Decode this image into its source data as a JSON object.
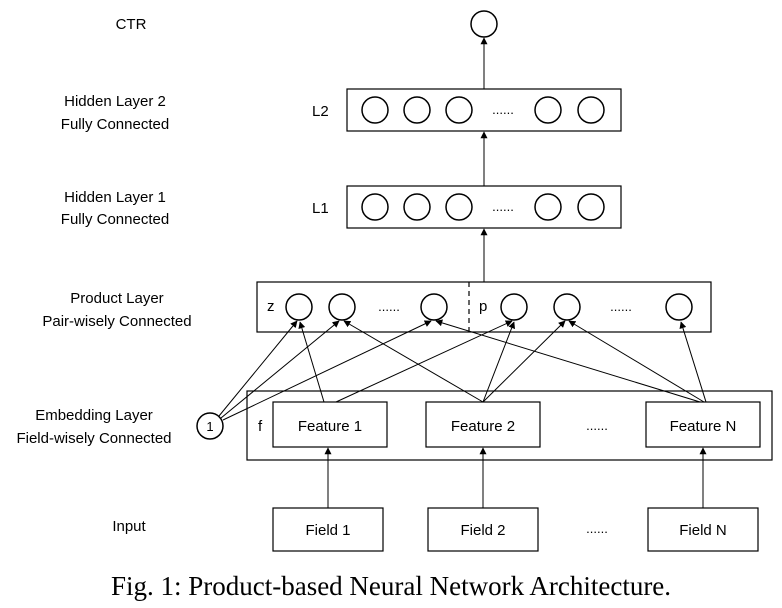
{
  "layers": {
    "ctr": "CTR",
    "hidden2_title": "Hidden Layer 2",
    "hidden2_sub": "Fully Connected",
    "hidden2_tag": "L2",
    "hidden1_title": "Hidden Layer 1",
    "hidden1_sub": "Fully Connected",
    "hidden1_tag": "L1",
    "product_title": "Product Layer",
    "product_sub": "Pair-wisely Connected",
    "product_z": "z",
    "product_p": "p",
    "embedding_title": "Embedding Layer",
    "embedding_sub": "Field-wisely Connected",
    "embedding_f": "f",
    "input_title": "Input",
    "const_one": "1"
  },
  "features": [
    "Feature 1",
    "Feature 2",
    "Feature N"
  ],
  "fields": [
    "Field 1",
    "Field 2",
    "Field N"
  ],
  "ellipsis": "......",
  "caption": "Fig. 1: Product-based Neural Network Architecture."
}
